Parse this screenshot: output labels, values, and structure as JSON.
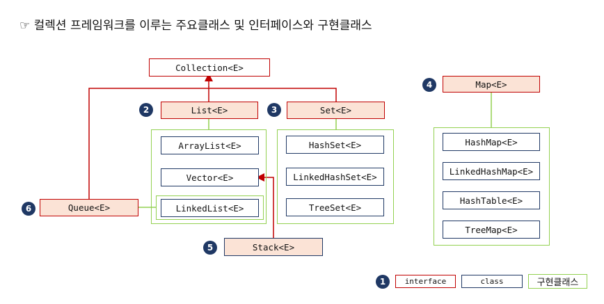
{
  "title": "☞ 컬렉션 프레임워크를 이루는 주요클래스 및 인터페이스와 구현클래스",
  "interfaces": {
    "collection": "Collection<E>",
    "list": "List<E>",
    "set": "Set<E>",
    "map": "Map<E>",
    "queue": "Queue<E>",
    "stack": "Stack<E>"
  },
  "classes": {
    "list": [
      "ArrayList<E>",
      "Vector<E>",
      "LinkedList<E>"
    ],
    "set": [
      "HashSet<E>",
      "LinkedHashSet<E>",
      "TreeSet<E>"
    ],
    "map": [
      "HashMap<E>",
      "LinkedHashMap<E>",
      "HashTable<E>",
      "TreeMap<E>"
    ]
  },
  "badges": {
    "list": "2",
    "set": "3",
    "map": "4",
    "stack": "5",
    "queue": "6",
    "legend": "1"
  },
  "legend": {
    "interface": "interface",
    "class": "class",
    "implementation": "구현클래스"
  },
  "colors": {
    "interface_border": "#c00000",
    "interface_fill": "#fbe3d6",
    "class_border": "#1f3864",
    "group_border": "#92d050",
    "badge_fill": "#1f3864"
  }
}
